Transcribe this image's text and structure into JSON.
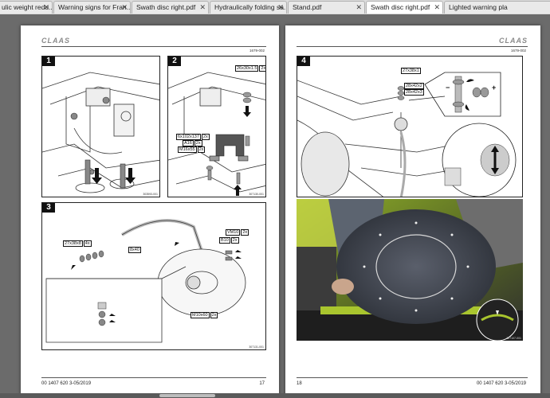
{
  "tabs": [
    {
      "label": "ulic weight redu...",
      "active": false
    },
    {
      "label": "Warning signs for Fran...",
      "active": false
    },
    {
      "label": "Swath disc right.pdf",
      "active": false
    },
    {
      "label": "Hydraulically folding sa...",
      "active": false
    },
    {
      "label": "Stand.pdf",
      "active": false
    },
    {
      "label": "Swath disc right.pdf",
      "active": true
    },
    {
      "label": "Lighted warning pla",
      "active": false
    }
  ],
  "brand": "CLAAS",
  "left_page": {
    "doc_code": "1679-002",
    "footer_left": "00 1407 620 3-05/2019",
    "footer_right": "17",
    "panels": [
      {
        "num": "1",
        "code": "303593-001"
      },
      {
        "num": "2",
        "code": "307130-001",
        "labels": [
          {
            "text": "26x30x1.5",
            "qty": "2x"
          },
          {
            "text": "6x102x137",
            "qty": "2x"
          },
          {
            "text": "A16",
            "qty": "2x"
          },
          {
            "text": "M16x55",
            "qty": "2x"
          }
        ]
      },
      {
        "num": "3",
        "code": "307131-001",
        "labels": [
          {
            "text": "27x38x8",
            "qty": "4x"
          },
          {
            "text": "8x40",
            "qty": ""
          },
          {
            "text": "VM10",
            "qty": "2x"
          },
          {
            "text": "B10",
            "qty": "2x"
          },
          {
            "text": "M10x60",
            "qty": "2x"
          }
        ]
      }
    ]
  },
  "right_page": {
    "doc_code": "1679-002",
    "footer_left": "18",
    "footer_right": "00 1407 620 3-05/2019",
    "panels": [
      {
        "num": "4",
        "labels": [
          {
            "text": "27x38x1",
            "qty": ""
          },
          {
            "text": "28x42x2",
            "qty": ""
          },
          {
            "text": "28x42x3",
            "qty": ""
          }
        ],
        "symbols": {
          "minus": "−",
          "plus": "+"
        }
      },
      {
        "num": "",
        "code": "307107-001"
      }
    ]
  }
}
